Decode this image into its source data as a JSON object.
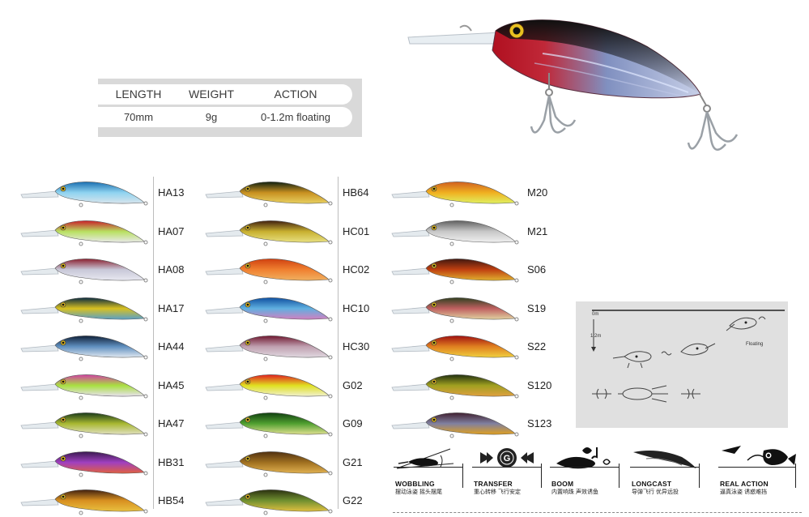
{
  "specs": {
    "headers": [
      "LENGTH",
      "WEIGHT",
      "ACTION"
    ],
    "values": [
      "70mm",
      "9g",
      "0-1.2m floating"
    ]
  },
  "columns": [
    {
      "items": [
        {
          "code": "HA13",
          "colors": [
            "#1a6fb0",
            "#8fd3f0",
            "#d8e4ec"
          ]
        },
        {
          "code": "HA07",
          "colors": [
            "#c8202a",
            "#b8e060",
            "#e8e8e8"
          ]
        },
        {
          "code": "HA08",
          "colors": [
            "#8a2030",
            "#c8c8d8",
            "#e8e8f0"
          ]
        },
        {
          "code": "HA17",
          "colors": [
            "#0a2a40",
            "#d8c020",
            "#5aa0c8"
          ]
        },
        {
          "code": "HA44",
          "colors": [
            "#102038",
            "#6090c0",
            "#e0e8f0"
          ]
        },
        {
          "code": "HA45",
          "colors": [
            "#d040a0",
            "#a8e040",
            "#e8e0f0"
          ]
        },
        {
          "code": "HA47",
          "colors": [
            "#1a3a1a",
            "#a8b830",
            "#e0e0c0"
          ]
        },
        {
          "code": "HB31",
          "colors": [
            "#3a1a50",
            "#a040c0",
            "#e06040"
          ]
        },
        {
          "code": "HB54",
          "colors": [
            "#402010",
            "#d89020",
            "#e8c040"
          ]
        }
      ]
    },
    {
      "items": [
        {
          "code": "HB64",
          "colors": [
            "#102010",
            "#c89020",
            "#e8d060"
          ]
        },
        {
          "code": "HC01",
          "colors": [
            "#402010",
            "#c8b030",
            "#e8e080"
          ]
        },
        {
          "code": "HC02",
          "colors": [
            "#d04010",
            "#f08030",
            "#f0b060"
          ]
        },
        {
          "code": "HC10",
          "colors": [
            "#1050a0",
            "#60b0e0",
            "#d080c0"
          ]
        },
        {
          "code": "HC30",
          "colors": [
            "#701830",
            "#c0a0b0",
            "#e0d8e0"
          ]
        },
        {
          "code": "G02",
          "colors": [
            "#e02020",
            "#e0e020",
            "#f0f0d0"
          ]
        },
        {
          "code": "G09",
          "colors": [
            "#104010",
            "#50a030",
            "#e0e090"
          ]
        },
        {
          "code": "G21",
          "colors": [
            "#503010",
            "#a07020",
            "#e0b050"
          ]
        },
        {
          "code": "G22",
          "colors": [
            "#2a3010",
            "#709030",
            "#e0c040"
          ]
        }
      ]
    },
    {
      "items": [
        {
          "code": "M20",
          "colors": [
            "#d06020",
            "#f0b020",
            "#e0f060"
          ]
        },
        {
          "code": "M21",
          "colors": [
            "#606060",
            "#c8c8c8",
            "#f0f0f0"
          ]
        },
        {
          "code": "S06",
          "colors": [
            "#401810",
            "#c04010",
            "#e0b030"
          ]
        },
        {
          "code": "S19",
          "colors": [
            "#304020",
            "#c06060",
            "#e0d0a0"
          ]
        },
        {
          "code": "S22",
          "colors": [
            "#a01010",
            "#e08020",
            "#f0d040"
          ]
        },
        {
          "code": "S120",
          "colors": [
            "#203010",
            "#a0a020",
            "#e0a040"
          ]
        },
        {
          "code": "S123",
          "colors": [
            "#402030",
            "#8080a0",
            "#e0a020"
          ]
        }
      ]
    }
  ],
  "diagram": {
    "depth_top": "0m",
    "depth_bottom": "1.2m",
    "action_label": "Floating"
  },
  "features": [
    {
      "title": "WOBBLING",
      "sub": "摆动泳姿  摇头摆尾"
    },
    {
      "title": "TRANSFER",
      "sub": "重心转移  飞行安定"
    },
    {
      "title": "BOOM",
      "sub": "内置响珠  声效诱鱼"
    },
    {
      "title": "LONGCAST",
      "sub": "导弹飞行  优异远投"
    },
    {
      "title": "REAL ACTION",
      "sub": "逼真泳姿  诱惑难挡"
    }
  ],
  "feature_badge_letter": "G"
}
